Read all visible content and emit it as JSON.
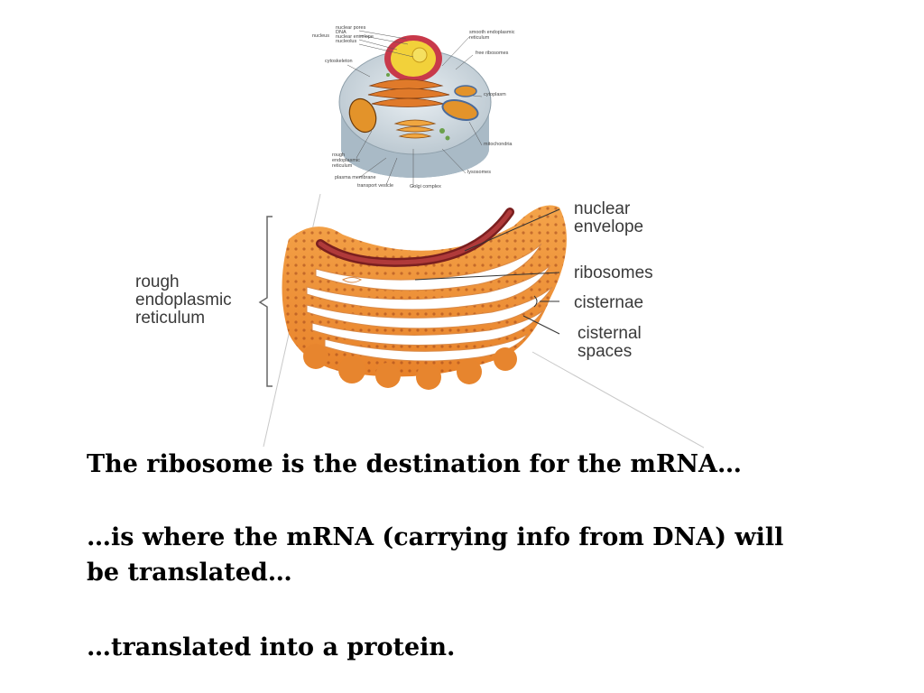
{
  "cell_diagram": {
    "labels": {
      "nucleus": "nucleus",
      "nuclear_pores": "nuclear pores",
      "dna": "DNA",
      "nuclear_envelope": "nuclear envelope",
      "nucleolus": "nucleolus",
      "cytoskeleton": "cytoskeleton",
      "smooth_er": [
        "smooth endoplasmic",
        "reticulum"
      ],
      "free_ribosomes": "free ribosomes",
      "cytoplasm": "cytoplasm",
      "mitochondria": "mitochondria",
      "lysosomes": "lysosomes",
      "rough_er": [
        "rough",
        "endoplasmic",
        "reticulum"
      ],
      "plasma_membrane": "plasma membrane",
      "transport_vesicle": "transport vesicle",
      "golgi_complex": "Golgi complex"
    }
  },
  "er_diagram": {
    "labels": {
      "rough_er": [
        "rough",
        "endoplasmic",
        "reticulum"
      ],
      "nuclear_envelope": [
        "nuclear",
        "envelope"
      ],
      "ribosomes": "ribosomes",
      "cisternae": "cisternae",
      "cisternal_spaces": [
        "cisternal",
        "spaces"
      ]
    }
  },
  "caption": {
    "line1": "The ribosome is the destination for the mRNA…",
    "line2": "…is where the mRNA (carrying info from DNA) will",
    "line3": "be translated…",
    "line4": "…translated into a protein."
  }
}
